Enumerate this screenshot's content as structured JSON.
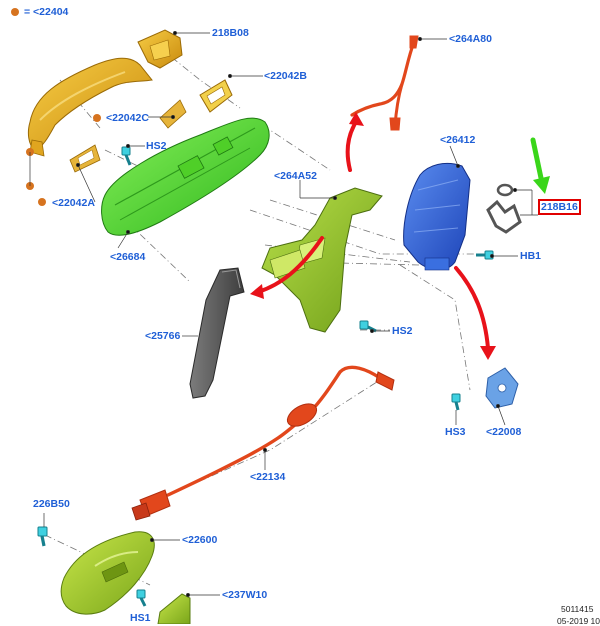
{
  "legend": {
    "marker_color": "#d6731f",
    "text": "= <22404"
  },
  "labels": {
    "l218B08": "218B08",
    "l264A80": "<264A80",
    "l22042B": "<22042B",
    "l22042C": "<22042C",
    "lHS2a": "HS2",
    "l26412": "<26412",
    "l264A52": "<264A52",
    "l22042A": "<22042A",
    "l218B16": "218B16",
    "lHB1": "HB1",
    "l26684": "<26684",
    "l25766": "<25766",
    "lHS2b": "HS2",
    "lHS3": "HS3",
    "l22008": "<22008",
    "l22134": "<22134",
    "l226B50": "226B50",
    "l22600": "<22600",
    "l237W10": "<237W10",
    "lHS1": "HS1"
  },
  "reference": {
    "code": "5011415",
    "date": "05-2019 10"
  },
  "colors": {
    "label_blue": "#1f5fd6",
    "highlight_red": "#e00000",
    "arrow_red": "#e8121a",
    "arrow_green": "#3ad61a",
    "handle_gold": "#e3a516",
    "bracket_green": "#5ed82b",
    "latch_blue": "#2d63d6",
    "cable_orange": "#e2471c",
    "fastener_cyan": "#3fd0e0",
    "seal_gray": "#575757",
    "interior_handle_green": "#9acd32"
  }
}
